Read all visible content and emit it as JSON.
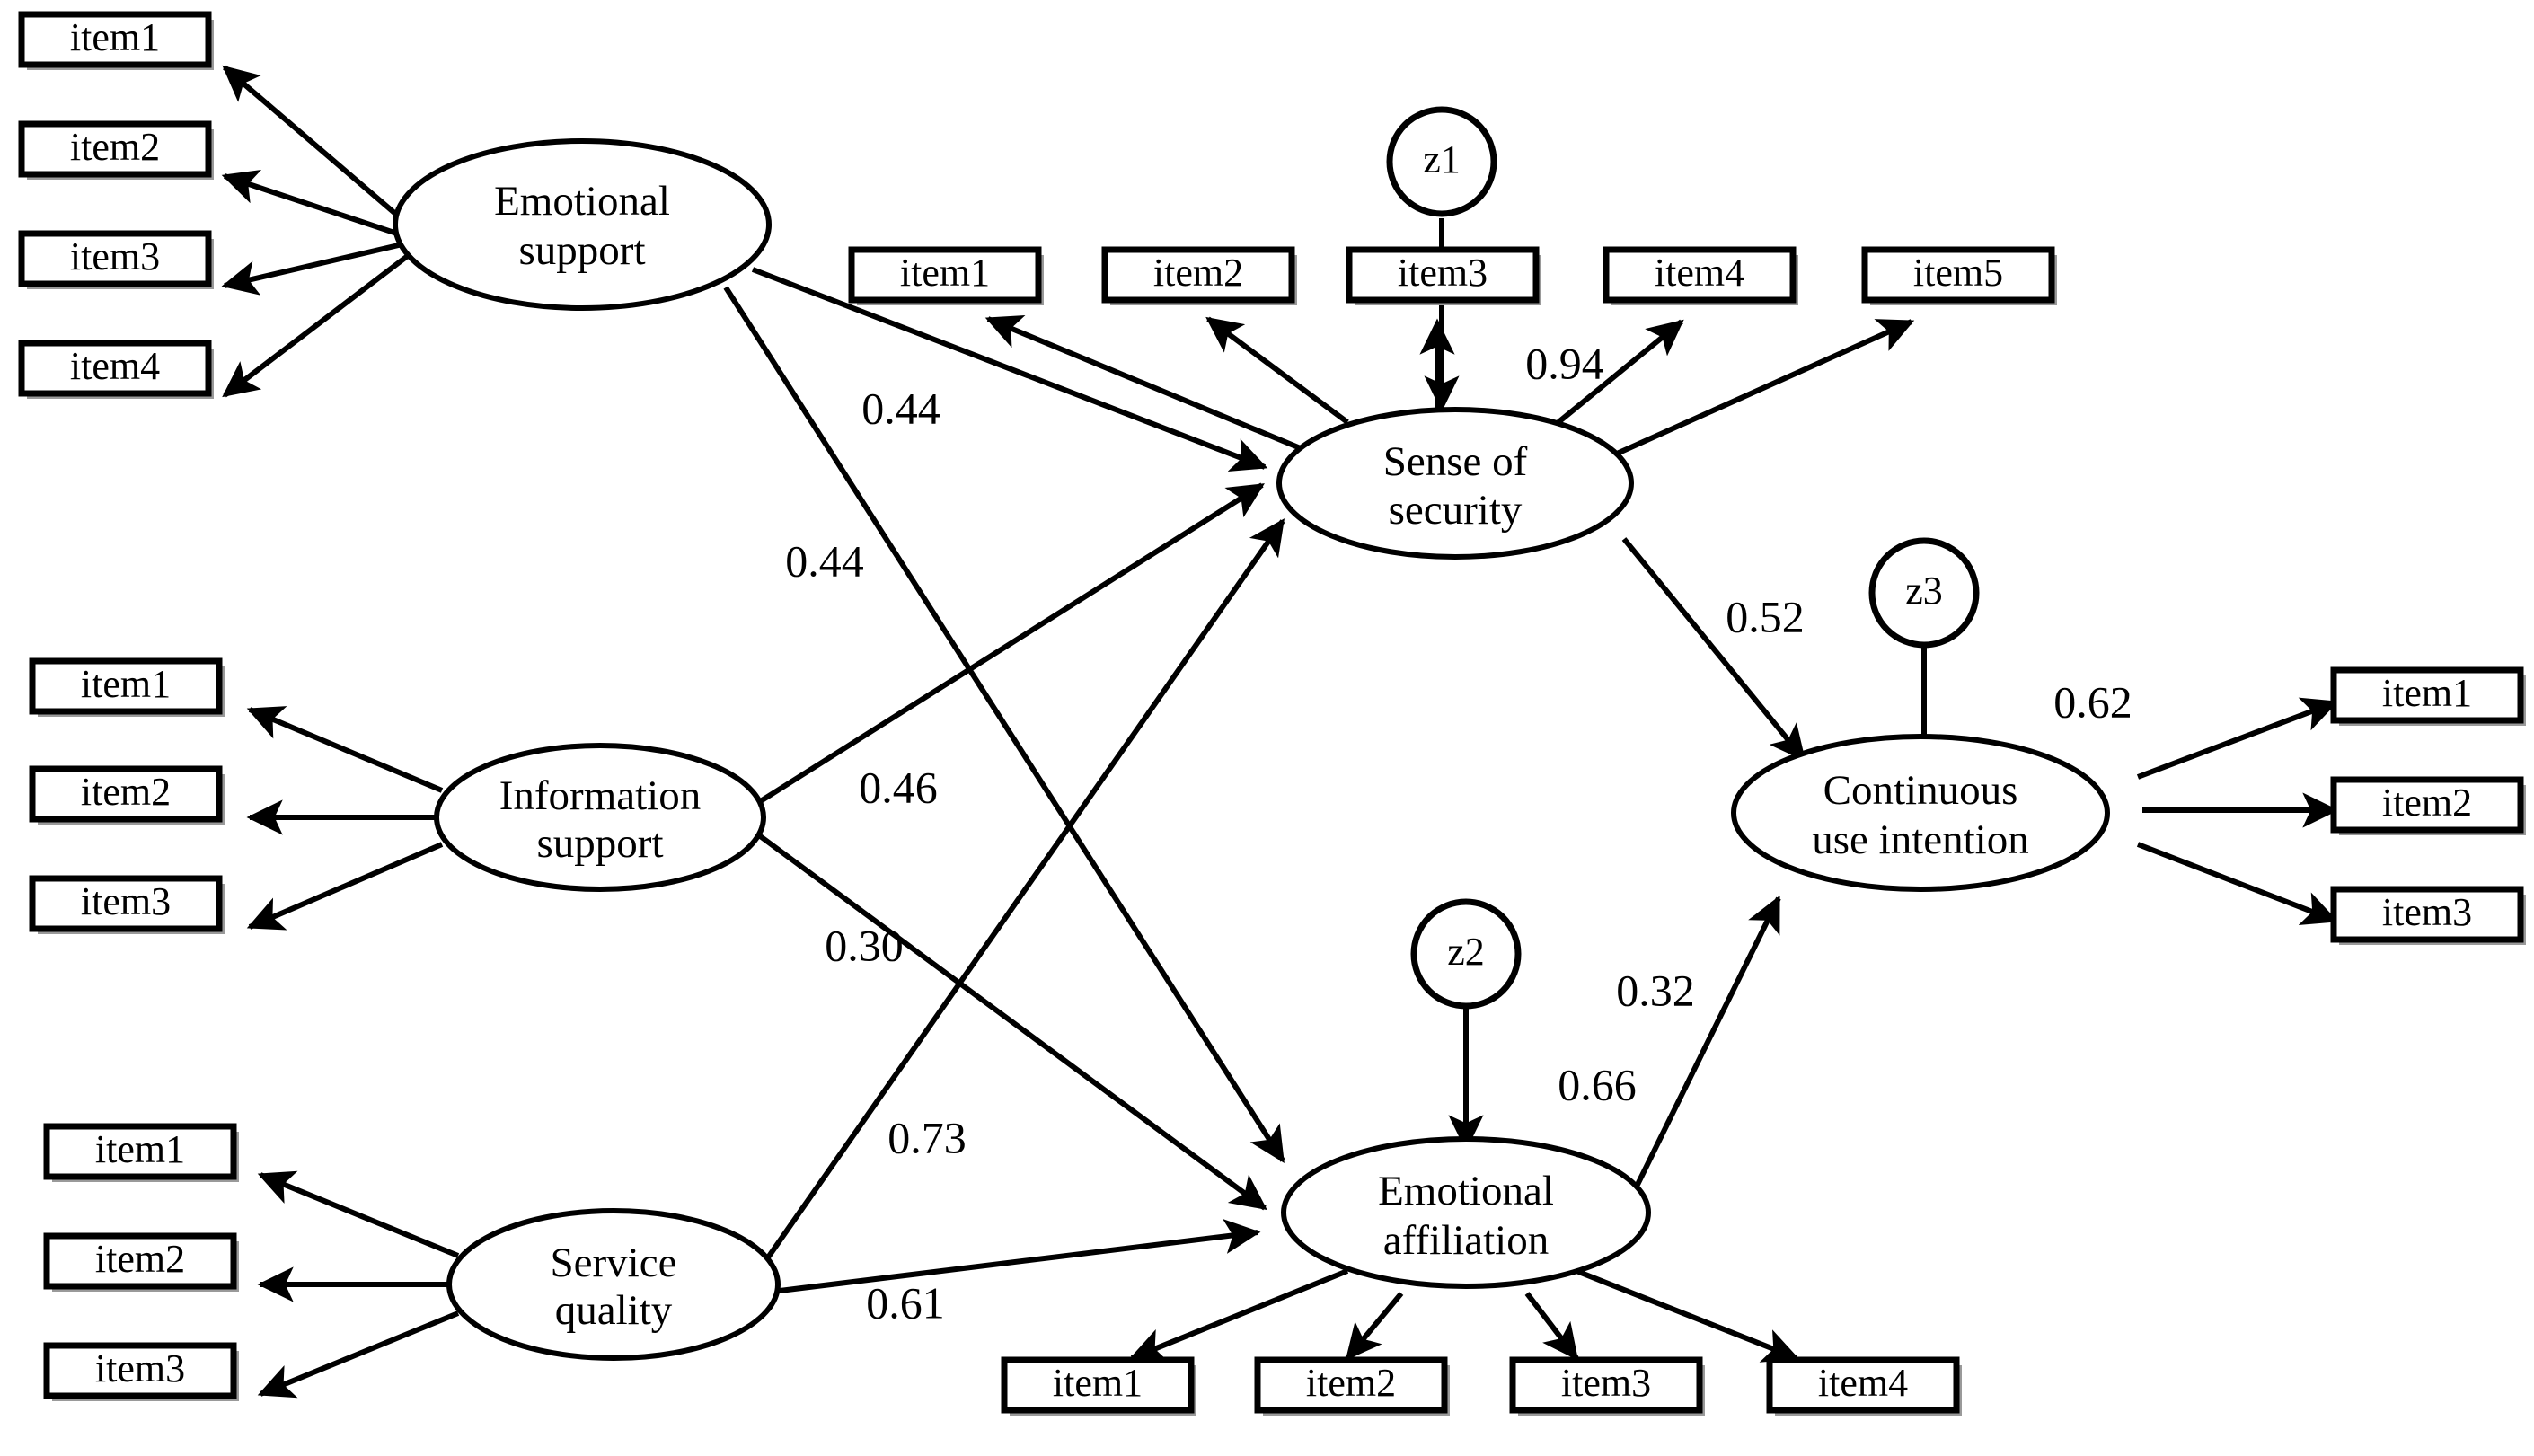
{
  "diagram": {
    "type": "sem-path-diagram",
    "title": "",
    "background_color": "#ffffff",
    "line_color": "#000000"
  },
  "latents": [
    {
      "id": "emotional_support",
      "label_line1": "Emotional",
      "label_line2": "support"
    },
    {
      "id": "information_support",
      "label_line1": "Information",
      "label_line2": "support"
    },
    {
      "id": "service_quality",
      "label_line1": "Service",
      "label_line2": "quality"
    },
    {
      "id": "sense_of_security",
      "label_line1": "Sense of",
      "label_line2": "security"
    },
    {
      "id": "emotional_affiliation",
      "label_line1": "Emotional",
      "label_line2": "affiliation"
    },
    {
      "id": "continuous_use_intention",
      "label_line1": "Continuous",
      "label_line2": "use intention"
    }
  ],
  "errors": [
    {
      "id": "z1",
      "label": "z1",
      "target": "sense_of_security",
      "coefficient": "0.94"
    },
    {
      "id": "z2",
      "label": "z2",
      "target": "emotional_affiliation",
      "coefficient": "0.66"
    },
    {
      "id": "z3",
      "label": "z3",
      "target": "continuous_use_intention",
      "coefficient": "0.62"
    }
  ],
  "indicators": {
    "emotional_support": [
      "item1",
      "item2",
      "item3",
      "item4"
    ],
    "information_support": [
      "item1",
      "item2",
      "item3"
    ],
    "service_quality": [
      "item1",
      "item2",
      "item3"
    ],
    "sense_of_security": [
      "item1",
      "item2",
      "item3",
      "item4",
      "item5"
    ],
    "emotional_affiliation": [
      "item1",
      "item2",
      "item3",
      "item4"
    ],
    "continuous_use_intention": [
      "item1",
      "item2",
      "item3"
    ]
  },
  "paths": [
    {
      "from": "emotional_support",
      "to": "sense_of_security",
      "coefficient": "0.44"
    },
    {
      "from": "emotional_support",
      "to": "emotional_affiliation",
      "coefficient": "0.44"
    },
    {
      "from": "information_support",
      "to": "sense_of_security",
      "coefficient": "0.46"
    },
    {
      "from": "information_support",
      "to": "emotional_affiliation",
      "coefficient": "0.30"
    },
    {
      "from": "service_quality",
      "to": "sense_of_security",
      "coefficient": "0.73"
    },
    {
      "from": "service_quality",
      "to": "emotional_affiliation",
      "coefficient": "0.61"
    },
    {
      "from": "sense_of_security",
      "to": "continuous_use_intention",
      "coefficient": "0.52"
    },
    {
      "from": "emotional_affiliation",
      "to": "continuous_use_intention",
      "coefficient": "0.32"
    }
  ],
  "coefficient_labels": {
    "es_sos": "0.44",
    "es_ea": "0.44",
    "is_sos": "0.46",
    "is_ea": "0.30",
    "sq_sos": "0.73",
    "sq_ea": "0.61",
    "sos_cui": "0.52",
    "ea_cui": "0.32",
    "z1_sos": "0.94",
    "z2_ea": "0.66",
    "z3_cui": "0.62"
  },
  "boxes": {
    "es_item1": "item1",
    "es_item2": "item2",
    "es_item3": "item3",
    "es_item4": "item4",
    "is_item1": "item1",
    "is_item2": "item2",
    "is_item3": "item3",
    "sq_item1": "item1",
    "sq_item2": "item2",
    "sq_item3": "item3",
    "sos_item1": "item1",
    "sos_item2": "item2",
    "sos_item3": "item3",
    "sos_item4": "item4",
    "sos_item5": "item5",
    "ea_item1": "item1",
    "ea_item2": "item2",
    "ea_item3": "item3",
    "ea_item4": "item4",
    "cui_item1": "item1",
    "cui_item2": "item2",
    "cui_item3": "item3"
  },
  "latent_labels": {
    "es_l1": "Emotional",
    "es_l2": "support",
    "is_l1": "Information",
    "is_l2": "support",
    "sq_l1": "Service",
    "sq_l2": "quality",
    "sos_l1": "Sense of",
    "sos_l2": "security",
    "ea_l1": "Emotional",
    "ea_l2": "affiliation",
    "cui_l1": "Continuous",
    "cui_l2": "use intention"
  },
  "error_labels": {
    "z1": "z1",
    "z2": "z2",
    "z3": "z3"
  }
}
